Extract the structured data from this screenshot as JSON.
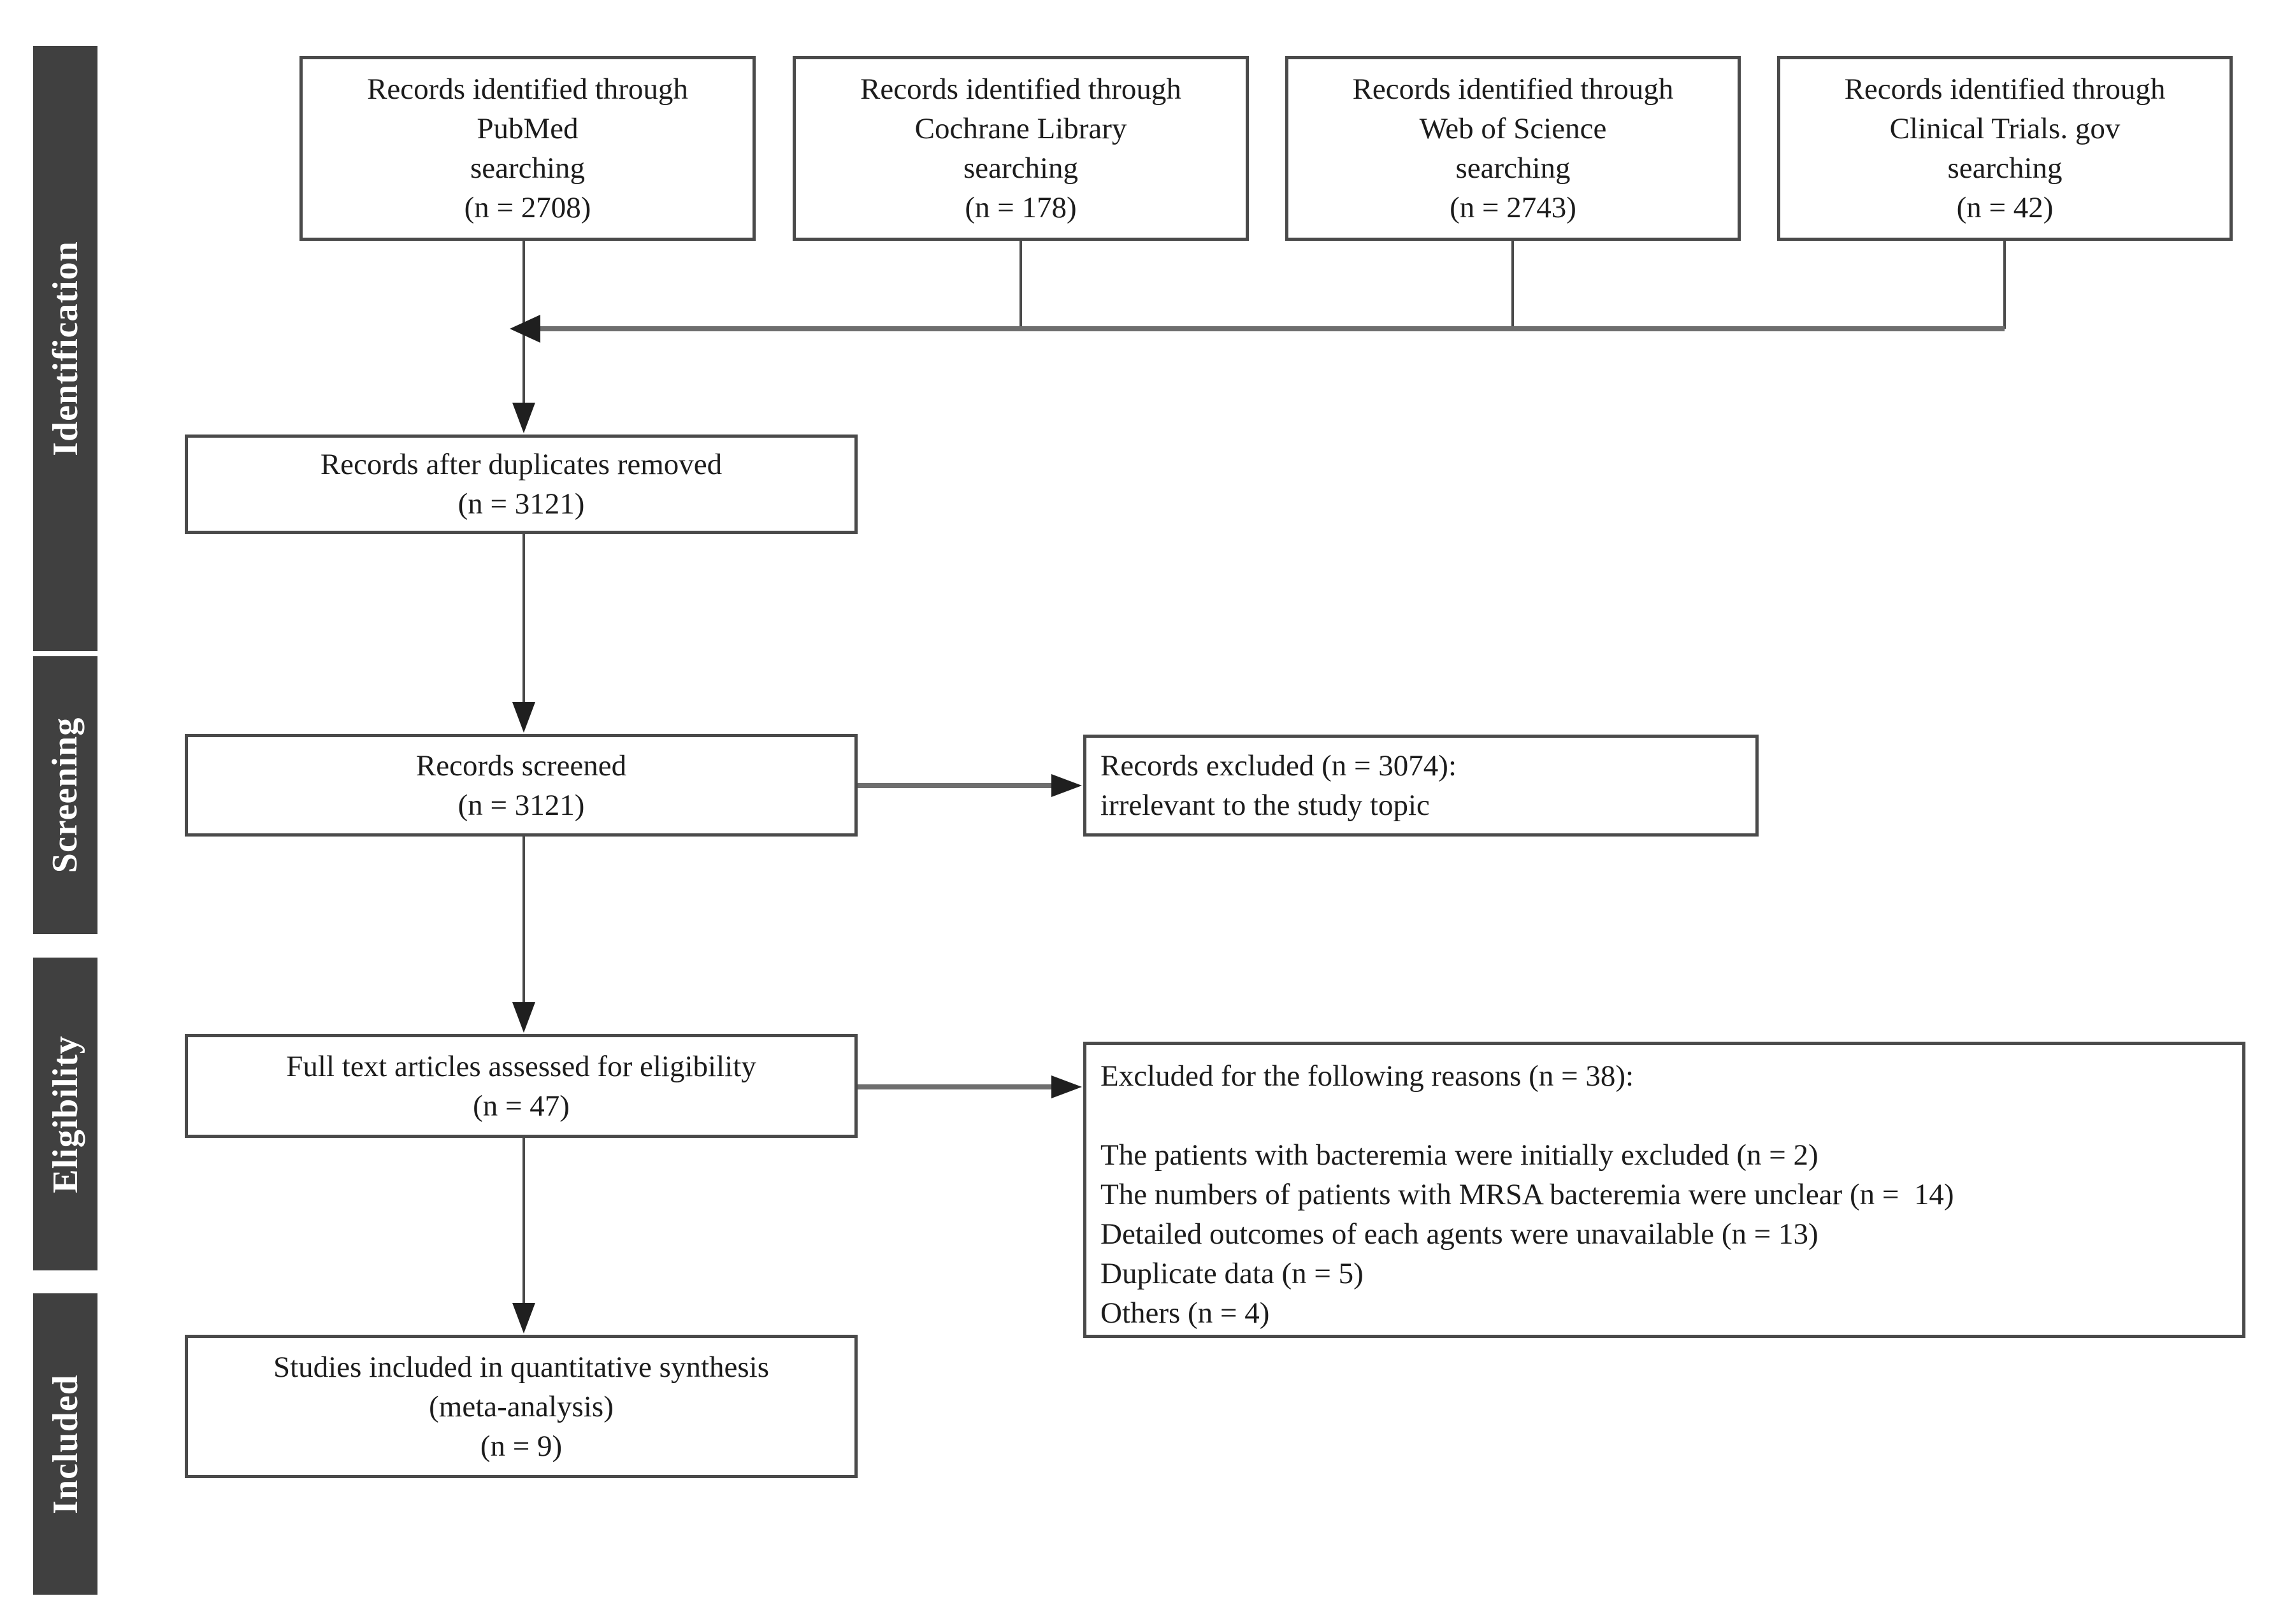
{
  "palette": {
    "page_bg": "#ffffff",
    "band_bg": "#404040",
    "band_text": "#ffffff",
    "box_border": "#4a4a4a",
    "line": "#4a4a4a",
    "collector_line": "#6e6e6e",
    "arrow": "#1f1f1f",
    "text": "#1c1c1c"
  },
  "stages": [
    {
      "label": "Identification"
    },
    {
      "label": "Screening"
    },
    {
      "label": "Eligibility"
    },
    {
      "label": "Included"
    }
  ],
  "sources": [
    {
      "lines": [
        "Records identified through",
        "PubMed",
        "searching",
        "(n = 2708)"
      ]
    },
    {
      "lines": [
        "Records identified through",
        "Cochrane Library",
        "searching",
        "(n = 178)"
      ]
    },
    {
      "lines": [
        "Records identified through",
        "Web of Science",
        "searching",
        "(n = 2743)"
      ]
    },
    {
      "lines": [
        "Records identified through",
        "Clinical Trials. gov",
        "searching",
        "(n = 42)"
      ]
    }
  ],
  "flow": {
    "duplicates": {
      "lines": [
        "Records after duplicates removed",
        "(n = 3121)"
      ]
    },
    "screened": {
      "lines": [
        "Records screened",
        "(n = 3121)"
      ]
    },
    "screen_excluded": {
      "lines": [
        "Records excluded (n = 3074):",
        "irrelevant to the study topic"
      ]
    },
    "fulltext": {
      "lines": [
        "Full text articles assessed for eligibility",
        "(n = 47)"
      ]
    },
    "fulltext_excluded": {
      "lines": [
        "Excluded for the following reasons (n = 38):",
        "",
        "The patients with bacteremia were initially excluded (n = 2)",
        "The numbers of patients with MRSA bacteremia were unclear (n =  14)",
        "Detailed outcomes of each agents were unavailable (n = 13)",
        "Duplicate data (n = 5)",
        "Others (n = 4)"
      ]
    },
    "included": {
      "lines": [
        "Studies included in quantitative synthesis",
        "(meta-analysis)",
        "(n = 9)"
      ]
    }
  }
}
